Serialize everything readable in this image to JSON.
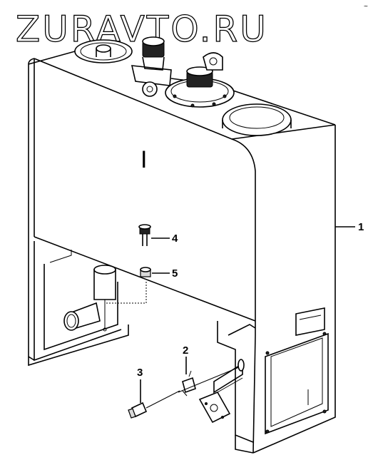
{
  "watermark": "ZURAVTO.RU",
  "corner_mark": "~",
  "callouts": [
    {
      "id": "1",
      "label": "1"
    },
    {
      "id": "2",
      "label": "2"
    },
    {
      "id": "3",
      "label": "3"
    },
    {
      "id": "4",
      "label": "4"
    },
    {
      "id": "5",
      "label": "5"
    }
  ],
  "panel_mark": "I"
}
